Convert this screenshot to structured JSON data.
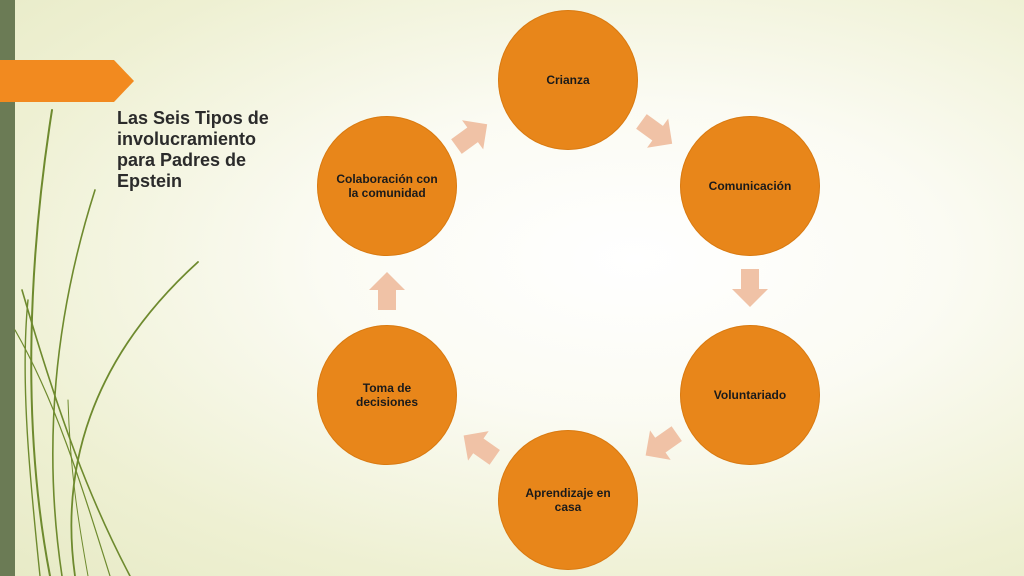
{
  "slide": {
    "title": "Las Seis Tipos de involucramiento para Padres de Epstein"
  },
  "colors": {
    "node_fill": "#e8861a",
    "arrow_fill": "#f0c2a6",
    "accent": "#f28a1f",
    "side_bar": "#6b7b55",
    "grass": "#6e8a2e"
  },
  "cycle": {
    "nodes": [
      {
        "id": "crianza",
        "label": "Crianza"
      },
      {
        "id": "comunicacion",
        "label": "Comunicación"
      },
      {
        "id": "voluntariado",
        "label": "Voluntariado"
      },
      {
        "id": "aprendizaje",
        "label": "Aprendizaje en casa"
      },
      {
        "id": "toma",
        "label": "Toma de decisiones"
      },
      {
        "id": "colaboracion",
        "label": "Colaboración con la comunidad"
      }
    ],
    "arrows": [
      {
        "from": "crianza",
        "to": "comunicacion"
      },
      {
        "from": "comunicacion",
        "to": "voluntariado"
      },
      {
        "from": "voluntariado",
        "to": "aprendizaje"
      },
      {
        "from": "aprendizaje",
        "to": "toma"
      },
      {
        "from": "toma",
        "to": "colaboracion"
      },
      {
        "from": "colaboracion",
        "to": "crianza"
      }
    ]
  }
}
